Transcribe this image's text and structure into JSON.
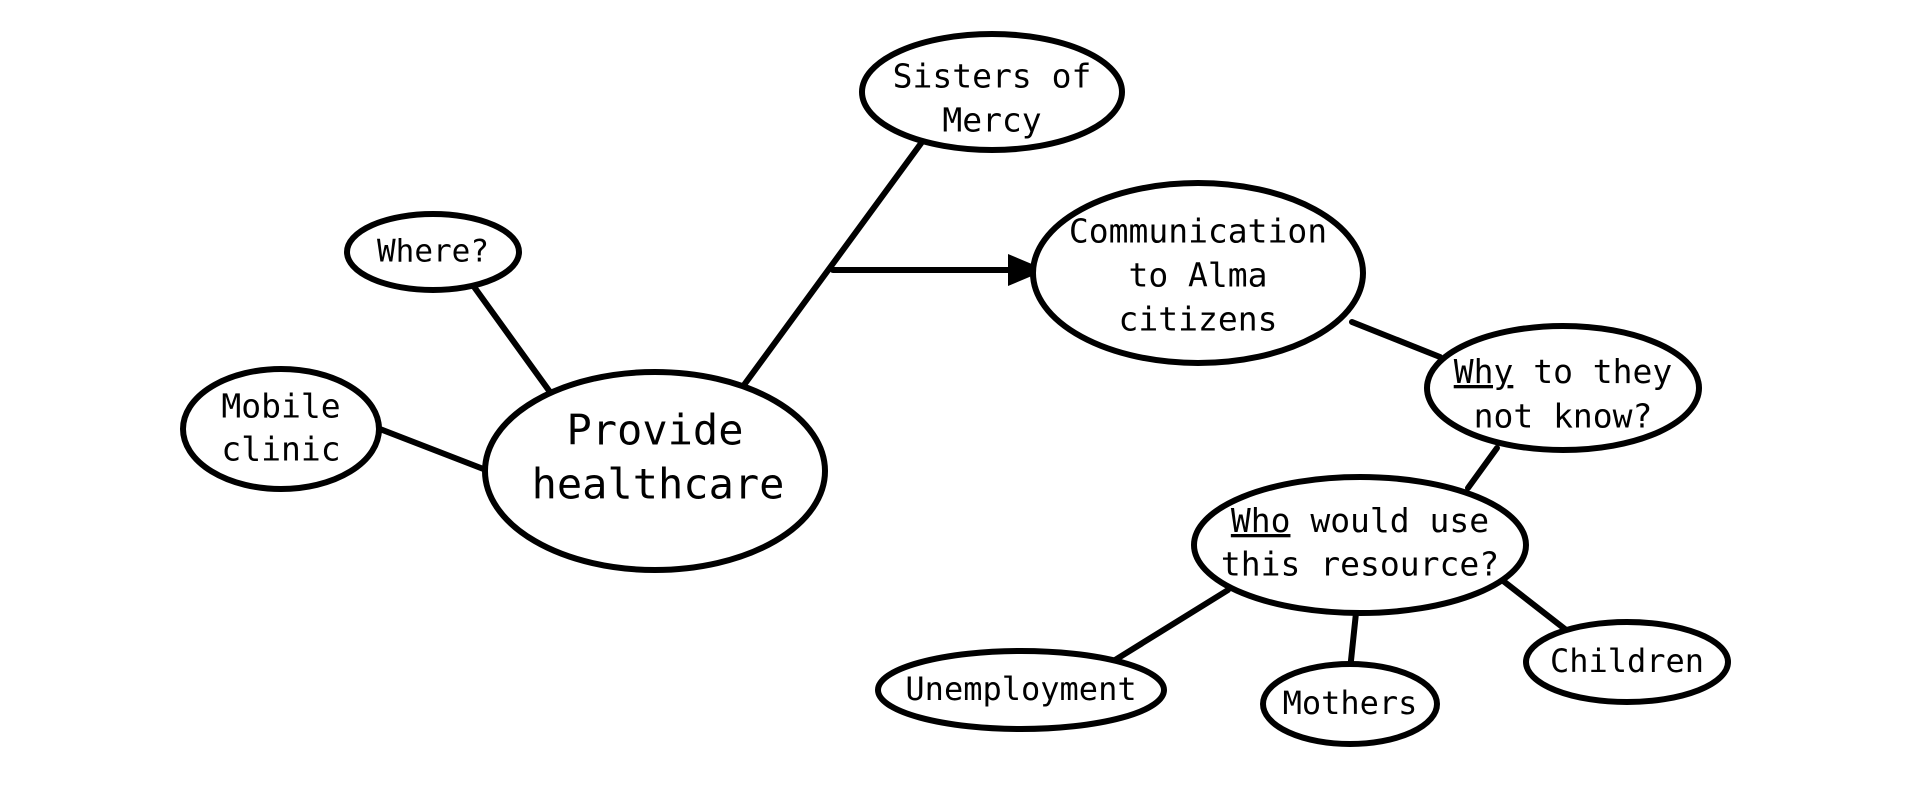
{
  "colors": {
    "stroke": "#000000",
    "fill": "#ffffff",
    "text": "#000000"
  },
  "nodes": {
    "sisters": {
      "lines": [
        "Sisters of",
        "Mercy"
      ]
    },
    "where": {
      "lines": [
        "Where?"
      ]
    },
    "mobile": {
      "lines": [
        "Mobile",
        "clinic"
      ]
    },
    "provide": {
      "lines": [
        "Provide",
        "healthcare"
      ]
    },
    "communication": {
      "lines": [
        "Communication",
        "to Alma",
        "citizens"
      ]
    },
    "why": {
      "underlined_word": "Why",
      "line1_rest": " to they",
      "line2": "not know?"
    },
    "who": {
      "underlined_word": "Who",
      "line1_rest": " would use",
      "line2": "this resource?"
    },
    "unemployment": {
      "lines": [
        "Unemployment"
      ]
    },
    "mothers": {
      "lines": [
        "Mothers"
      ]
    },
    "children": {
      "lines": [
        "Children"
      ]
    }
  },
  "edges": [
    {
      "from": "provide",
      "to": "where"
    },
    {
      "from": "provide",
      "to": "mobile"
    },
    {
      "from": "provide",
      "to": "sisters"
    },
    {
      "from": "branch",
      "to": "communication",
      "arrow": true
    },
    {
      "from": "communication",
      "to": "why"
    },
    {
      "from": "why",
      "to": "who"
    },
    {
      "from": "who",
      "to": "unemployment"
    },
    {
      "from": "who",
      "to": "mothers"
    },
    {
      "from": "who",
      "to": "children"
    }
  ]
}
